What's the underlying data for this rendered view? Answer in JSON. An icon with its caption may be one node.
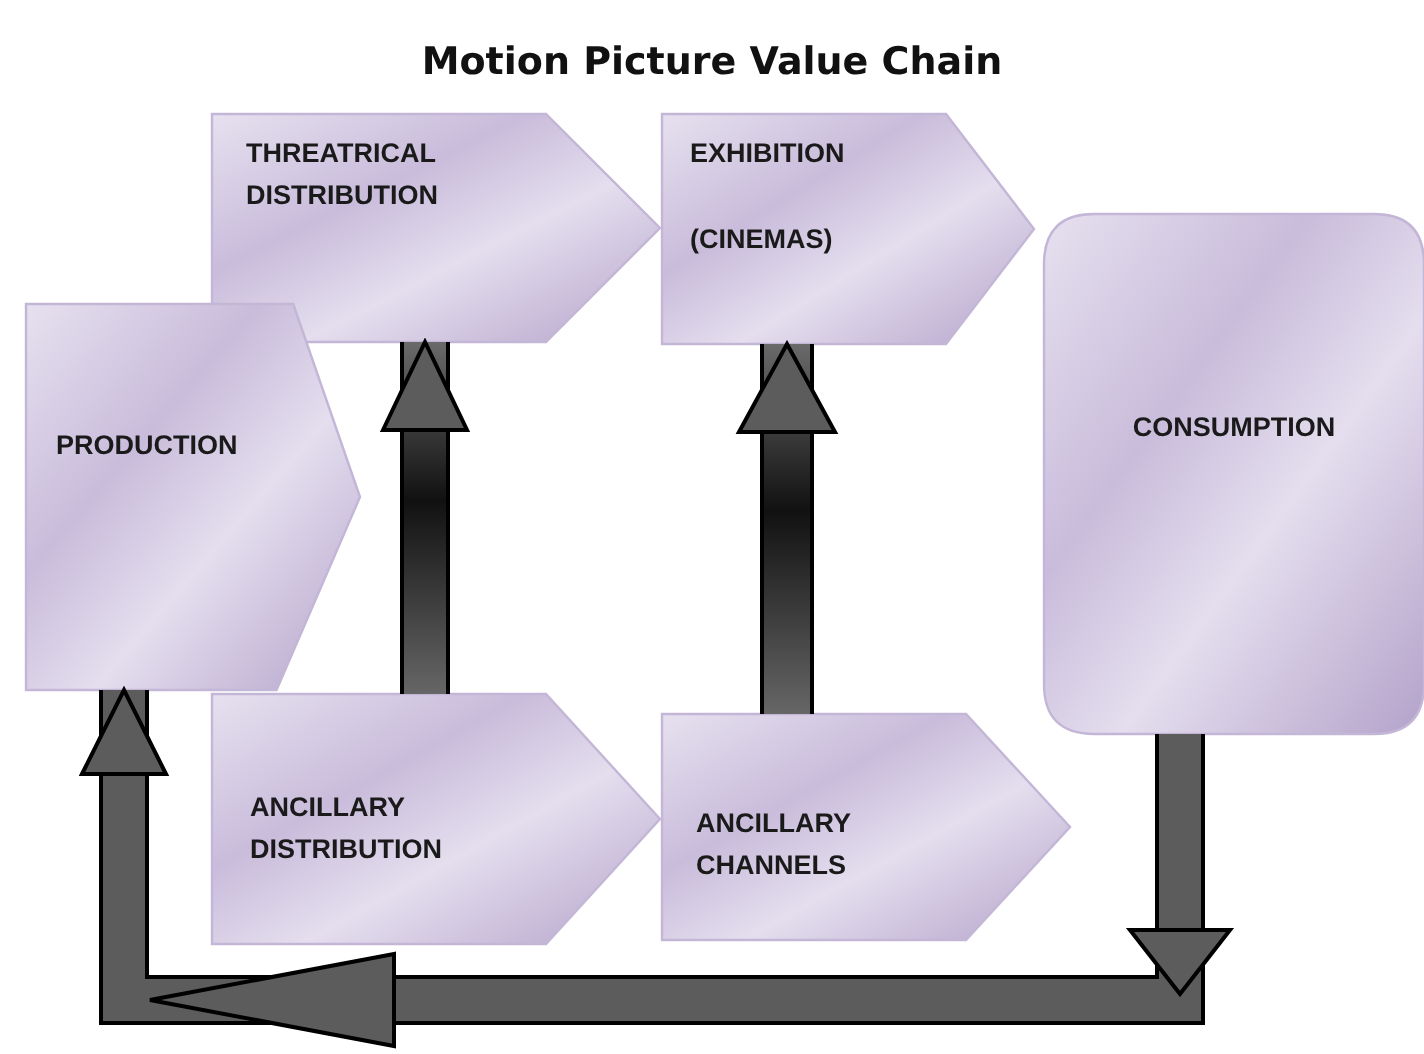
{
  "diagram": {
    "title": "Motion Picture Value Chain",
    "nodes": [
      {
        "text": [
          "THREATRICAL DISTRIBUTION"
        ]
      },
      {
        "text": [
          "EXHIBITION",
          "(CINEMAS)"
        ]
      },
      {
        "text": [
          "PRODUCTION"
        ]
      },
      {
        "text": [
          "CONSUMPTION"
        ]
      },
      {
        "text": [
          "ANCILLARY DISTRIBUTION"
        ]
      },
      {
        "text": [
          "ANCILLARY CHANNELS"
        ]
      }
    ],
    "edges": [
      {
        "from": 4,
        "to": 0,
        "arrow": "to"
      },
      {
        "from": 5,
        "to": 1,
        "arrow": "to"
      },
      {
        "from": 3,
        "to": 2,
        "arrow": "to"
      }
    ]
  }
}
